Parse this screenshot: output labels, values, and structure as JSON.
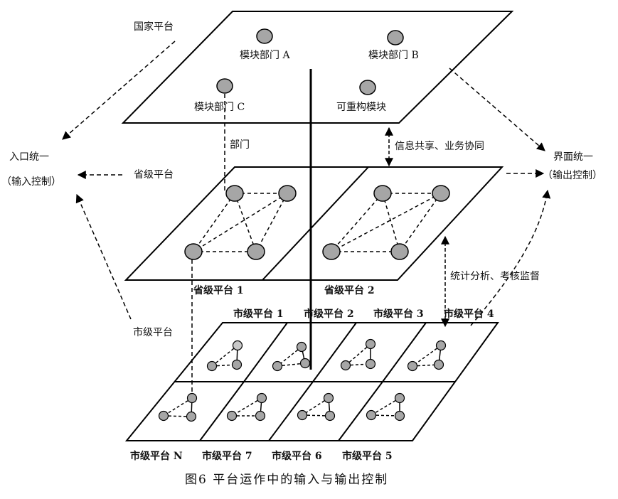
{
  "labels": {
    "national_platform": "国家平台",
    "module_a": "模块部门 A",
    "module_b": "模块部门 B",
    "module_c": "模块部门 C",
    "reconfigurable_module": "可重构模块",
    "department": "部门",
    "info_sharing": "信息共享、业务协同",
    "entry_unified_line1": "入口统一",
    "entry_unified_line2": "（输入控制）",
    "interface_unified_line1": "界面统一",
    "interface_unified_line2": "（输出控制）",
    "provincial_platform": "省级平台",
    "provincial_1": "省级平台 1",
    "provincial_2": "省级平台 2",
    "stats_analysis": "统计分析、考核监督",
    "city_platform": "市级平台",
    "city_1": "市级平台 1",
    "city_2": "市级平台 2",
    "city_3": "市级平台 3",
    "city_4": "市级平台 4",
    "city_n": "市级平台 N",
    "city_7": "市级平台 7",
    "city_6": "市级平台 6",
    "city_5": "市级平台 5"
  },
  "caption": "图6  平台运作中的输入与输出控制",
  "colors": {
    "line": "#000000",
    "node_fill": "#a6a6a6",
    "node_fill_light": "#c8c8c8"
  }
}
